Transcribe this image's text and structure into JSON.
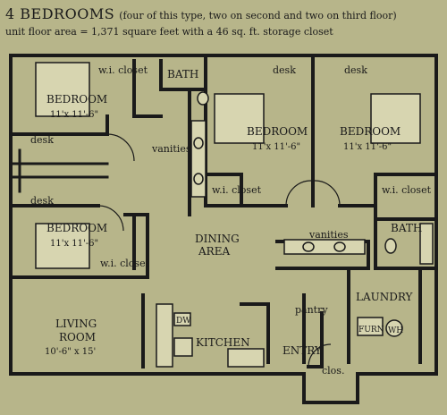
{
  "header": {
    "title": "4 BEDROOMS",
    "subtitle": "(four of this type, two on second and two on third floor)",
    "area_note": "unit floor area = 1,371 square feet with a 46 sq. ft. storage closet"
  },
  "rooms": {
    "bedroom_nw": {
      "name": "BEDROOM",
      "dim": "11'x 11'-6\""
    },
    "bedroom_sw": {
      "name": "BEDROOM",
      "dim": "11'x 11'-6\""
    },
    "bedroom_c": {
      "name": "BEDROOM",
      "dim": "11'x 11'-6\""
    },
    "bedroom_e": {
      "name": "BEDROOM",
      "dim": "11'x 11'-6\""
    },
    "living": {
      "name1": "LIVING",
      "name2": "ROOM",
      "dim": "10'-6\" x 15'"
    },
    "dining": {
      "name1": "DINING",
      "name2": "AREA"
    },
    "kitchen": "KITCHEN",
    "entry": "ENTRY",
    "laundry": "LAUNDRY",
    "bath_top": "BATH",
    "bath_right": "BATH"
  },
  "labels": {
    "wic_nw": "w.i. closet",
    "wic_sw": "w.i. closet",
    "wic_c": "w.i. closet",
    "wic_e": "w.i. closet",
    "desk_l1": "desk",
    "desk_l2": "desk",
    "desk_c": "desk",
    "desk_e": "desk",
    "vanities_1": "vanities",
    "vanities_2": "vanities",
    "pantry": "pantry",
    "clos": "clos.",
    "dw": "DW",
    "furn": "FURN",
    "wh": "WH"
  }
}
